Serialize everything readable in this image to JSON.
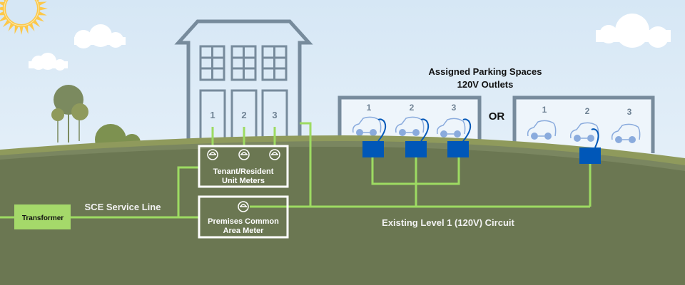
{
  "colors": {
    "sky_top": "#d6e7f5",
    "sky_bottom": "#eef5fb",
    "ground": "#6b7752",
    "ground_edge": "#8f9a5c",
    "wire": "#9ddb62",
    "building": "#778b9c",
    "car": "#8aabdd",
    "outlet": "#0057b8",
    "transformer_fill": "#a5d96a",
    "sun": "#fcc84a",
    "text_dark": "#111111",
    "text_light": "#ffffff"
  },
  "building": {
    "unit_numbers": [
      "1",
      "2",
      "3"
    ]
  },
  "parking": {
    "title_line1": "Assigned Parking Spaces",
    "title_line2": "120V Outlets",
    "option_a_spaces": [
      "1",
      "2",
      "3"
    ],
    "option_b_spaces": [
      "1",
      "2",
      "3"
    ],
    "or_label": "OR"
  },
  "meters": {
    "tenant_line1": "Tenant/Resident",
    "tenant_line2": "Unit Meters",
    "common_line1": "Premises Common",
    "common_line2": "Area Meter"
  },
  "labels": {
    "transformer": "Transformer",
    "service_line": "SCE Service Line",
    "circuit": "Existing Level 1 (120V) Circuit"
  }
}
